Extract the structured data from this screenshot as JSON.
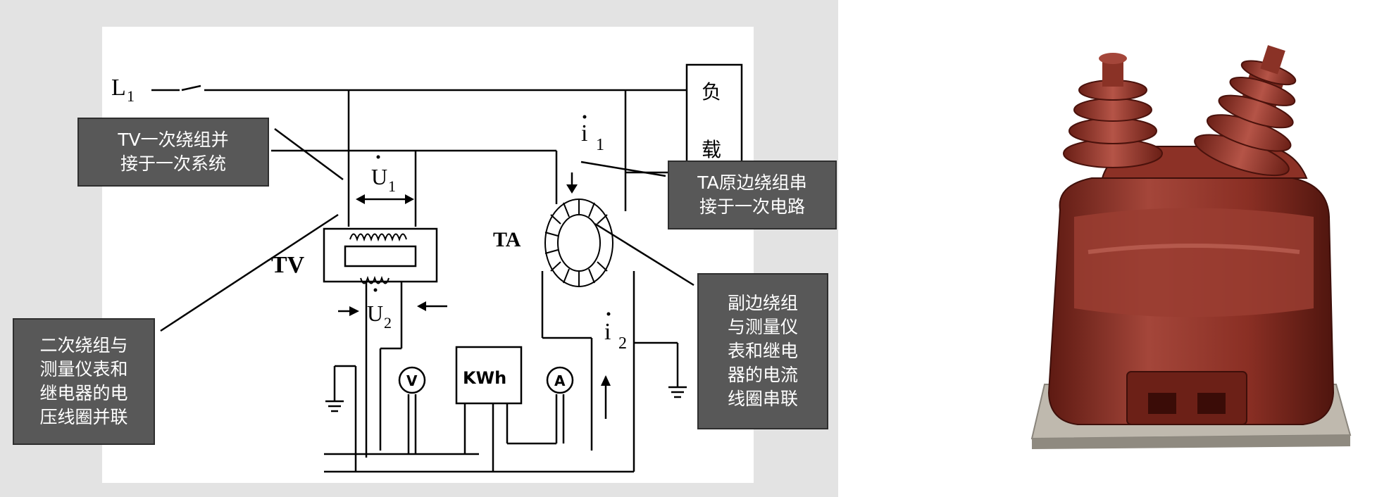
{
  "diagram": {
    "line_label": "L",
    "line_sub": "1",
    "load_label": [
      "负",
      "载"
    ],
    "tv_label": "TV",
    "ta_label": "TA",
    "u1": {
      "main": "U",
      "sub": "1"
    },
    "u2": {
      "main": "U",
      "sub": "2"
    },
    "i1": {
      "main": "i",
      "sub": "1"
    },
    "i2": {
      "main": "i",
      "sub": "2"
    },
    "meter_kwh": "KWh",
    "meter_v": "V",
    "meter_a": "A"
  },
  "callouts": {
    "tv_primary": [
      "TV一次绕组并",
      "接于一次系统"
    ],
    "ta_primary": [
      "TA原边绕组串",
      "接于一次电路"
    ],
    "tv_secondary": [
      "二次绕组与",
      "测量仪表和",
      "继电器的电",
      "压线圈并联"
    ],
    "ta_secondary": [
      "副边绕组",
      "与测量仪",
      "表和继电",
      "器的电流",
      "线圈串联"
    ]
  },
  "colors": {
    "background_left": "#e3e3e3",
    "callout_fill": "#585858",
    "callout_text": "#ffffff",
    "transformer_body": "#8e2f22"
  }
}
